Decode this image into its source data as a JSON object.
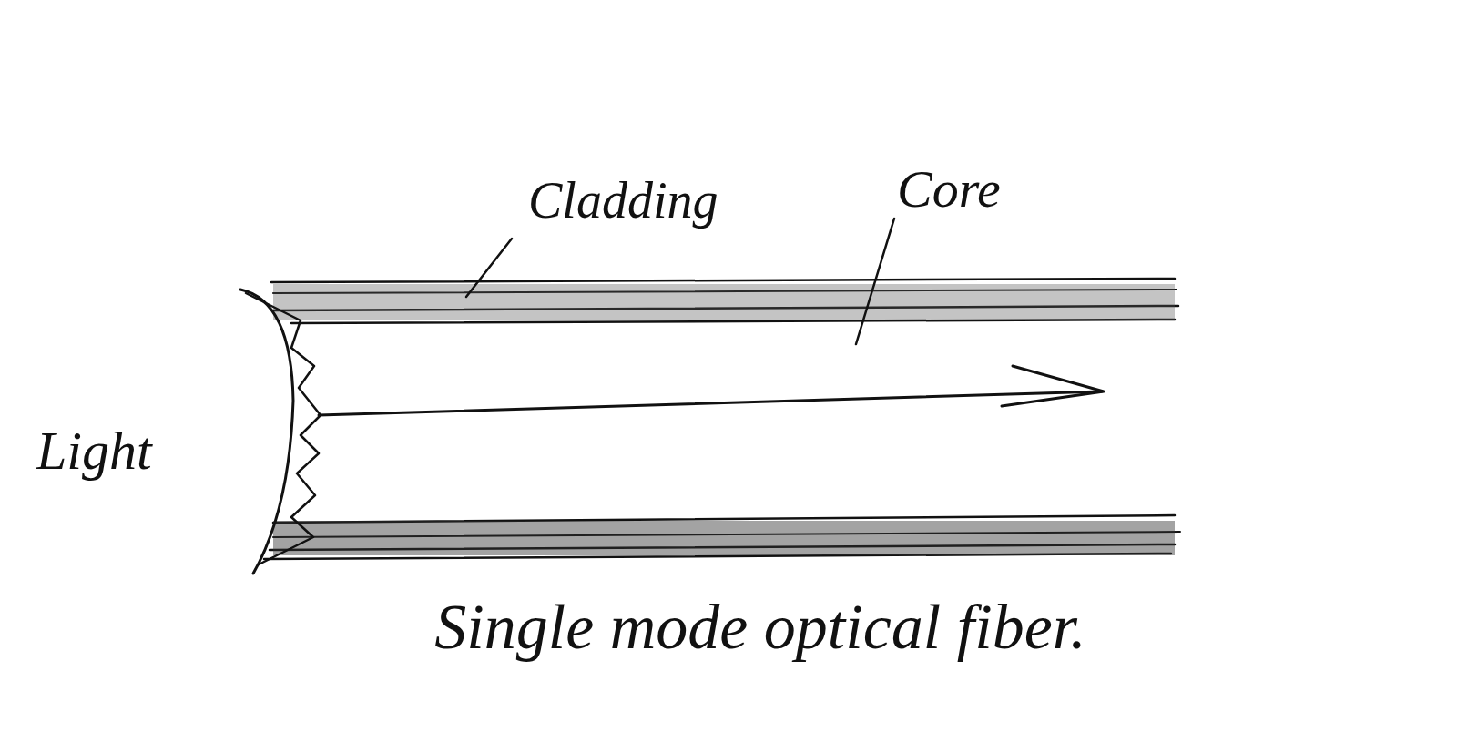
{
  "diagram": {
    "caption": "Single mode optical fiber.",
    "labels": [
      "Cladding",
      "Core",
      "Light"
    ]
  }
}
